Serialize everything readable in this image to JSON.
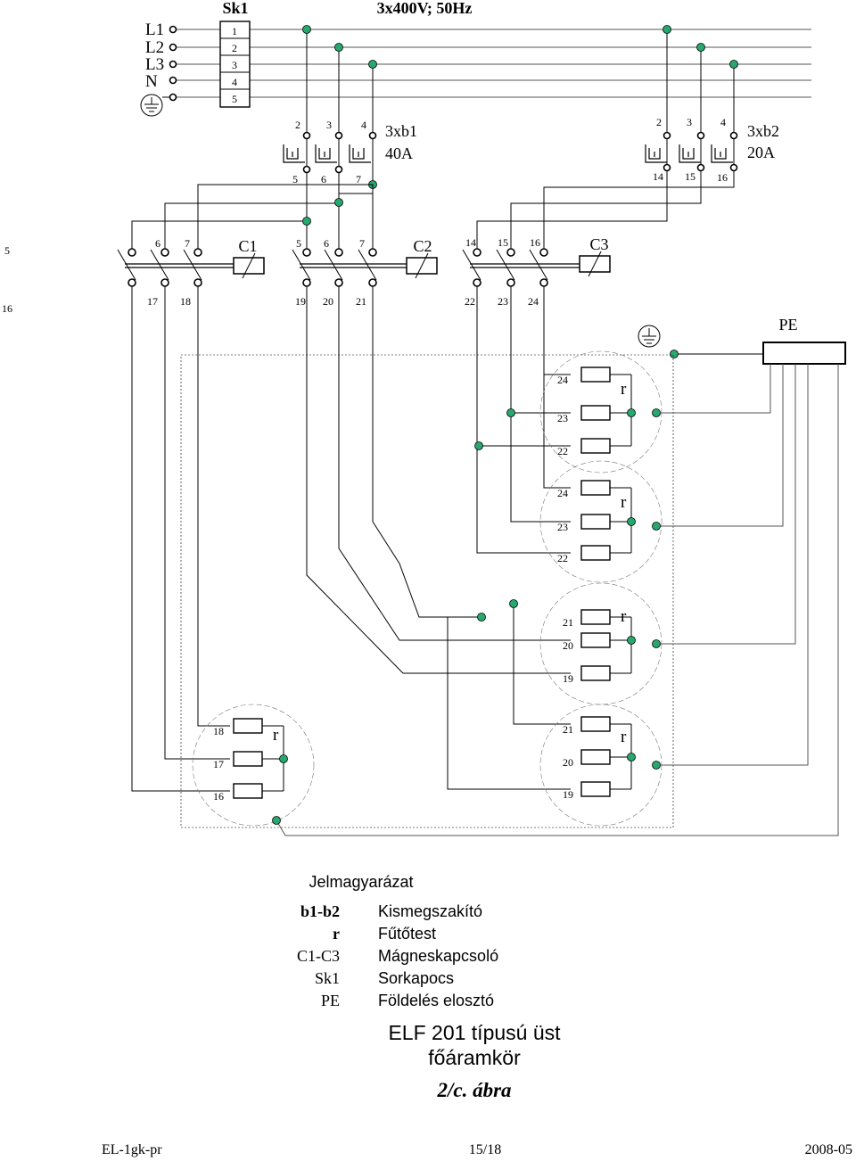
{
  "supply": {
    "lines": [
      "L1",
      "L2",
      "L3",
      "N"
    ],
    "terminal_block": "Sk1",
    "terminal_numbers": [
      "1",
      "2",
      "3",
      "4",
      "5"
    ],
    "rating": "3x400V; 50Hz"
  },
  "breakers": {
    "b1": {
      "label1": "3xb1",
      "label2": "40A",
      "top": [
        "2",
        "3",
        "4"
      ],
      "bottom": [
        "5",
        "6",
        "7"
      ]
    },
    "b2": {
      "label1": "3xb2",
      "label2": "20A",
      "top": [
        "2",
        "3",
        "4"
      ],
      "bottom": [
        "14",
        "15",
        "16"
      ]
    }
  },
  "contactors": {
    "left_edge": [
      "5",
      "16"
    ],
    "c1": {
      "label": "C1",
      "top": [
        "6",
        "7"
      ],
      "bottom": [
        "17",
        "18"
      ]
    },
    "c2": {
      "label": "C2",
      "top": [
        "5",
        "6",
        "7"
      ],
      "bottom": [
        "19",
        "20",
        "21"
      ]
    },
    "c3": {
      "label": "C3",
      "top": [
        "14",
        "15",
        "16"
      ],
      "bottom": [
        "22",
        "23",
        "24"
      ]
    }
  },
  "pe_label": "PE",
  "heater_label": "r",
  "heater_groups": [
    {
      "nums": [
        "24",
        "23",
        "22"
      ]
    },
    {
      "nums": [
        "24",
        "23",
        "22"
      ]
    },
    {
      "nums": [
        "21",
        "20",
        "19"
      ]
    },
    {
      "nums": [
        "18",
        "17",
        "16"
      ]
    },
    {
      "nums": [
        "21",
        "20",
        "19"
      ]
    }
  ],
  "legend": {
    "title": "Jelmagyarázat",
    "items": [
      {
        "key": "b1-b2",
        "value": "Kismegszakító"
      },
      {
        "key": "r",
        "value": "Fűtőtest"
      },
      {
        "key": "C1-C3",
        "value": "Mágneskapcsoló"
      },
      {
        "key": "Sk1",
        "value": "Sorkapocs"
      },
      {
        "key": "PE",
        "value": "Földelés elosztó"
      }
    ]
  },
  "caption": {
    "line1": "ELF 201  típusú üst",
    "line2": "főáramkör",
    "figure": "2/c. ábra"
  },
  "footer": {
    "left": "EL-1gk-pr",
    "center": "15/18",
    "right": "2008-05"
  }
}
